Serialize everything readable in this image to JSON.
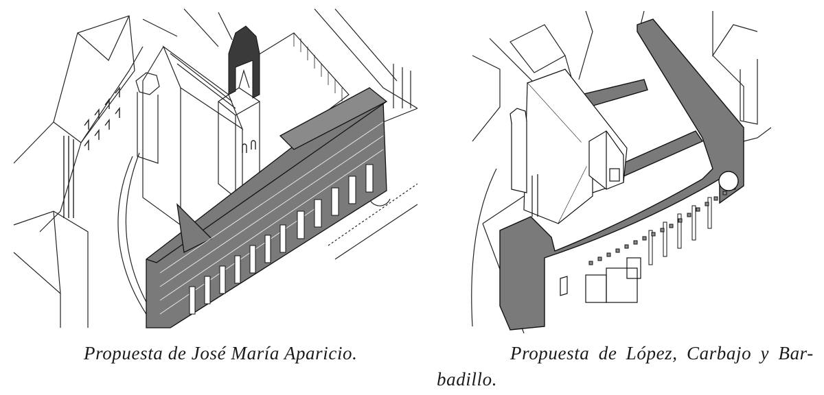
{
  "figures": [
    {
      "id": "left",
      "caption": "Propuesta de José María Aparicio.",
      "description": "Axonometric line drawing of a church with bell tower and a long arcaded gray block with pillars along the street",
      "fill_color": "#7a7a7a"
    },
    {
      "id": "right",
      "caption_line1": "Propuesta de López, Carbajo y Bar-",
      "caption_line2": "badillo.",
      "description": "Axonometric line drawing of a church enclosed by an L-shaped gray block with square openings, a circular window and slender pillars",
      "fill_color": "#7a7a7a"
    }
  ]
}
